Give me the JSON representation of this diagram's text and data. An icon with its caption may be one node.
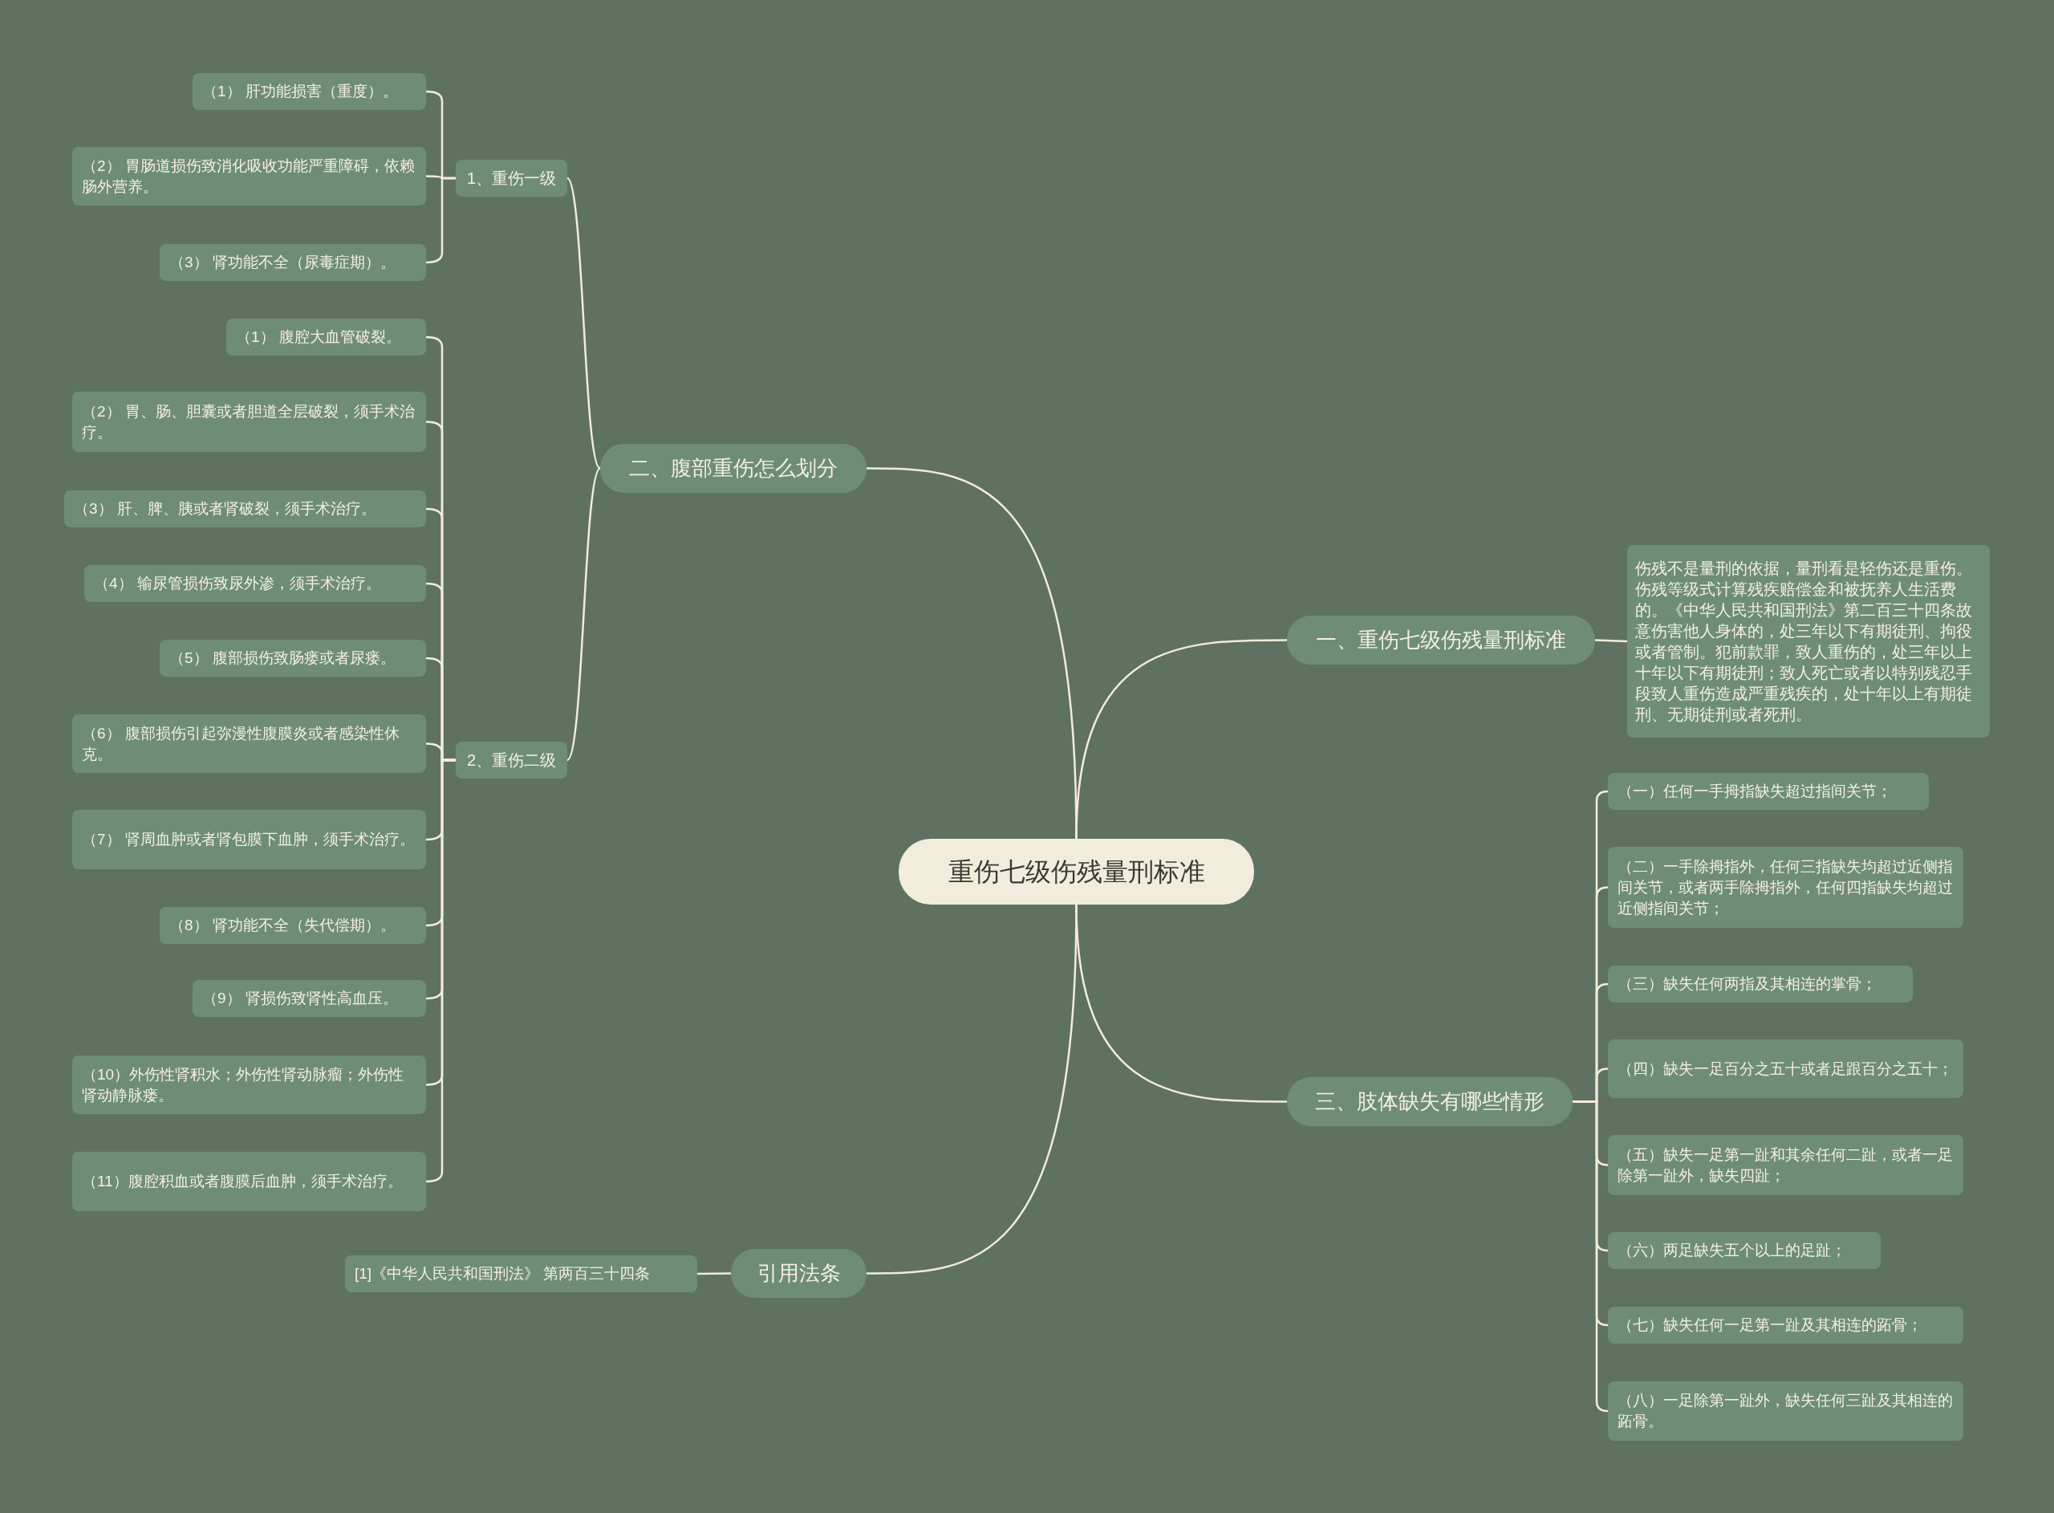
{
  "diagram": {
    "nodes": [
      {
        "text": [
          "重伤七级伤残量刑标准"
        ]
      },
      {
        "text": [
          "二、腹部重伤怎么划分"
        ]
      },
      {
        "text": [
          "1、重伤一级"
        ]
      },
      {
        "text": [
          "（1） 肝功能损害（重度）。"
        ]
      },
      {
        "text": [
          "（2） 胃肠道损伤致消化吸收功能严重障碍，依赖肠外营养。"
        ]
      },
      {
        "text": [
          "（3） 肾功能不全（尿毒症期）。"
        ]
      },
      {
        "text": [
          "2、重伤二级"
        ]
      },
      {
        "text": [
          "（1） 腹腔大血管破裂。"
        ]
      },
      {
        "text": [
          "（2） 胃、肠、胆囊或者胆道全层破裂，须手术治疗。"
        ]
      },
      {
        "text": [
          "（3） 肝、脾、胰或者肾破裂，须手术治疗。"
        ]
      },
      {
        "text": [
          "（4） 输尿管损伤致尿外渗，须手术治疗。"
        ]
      },
      {
        "text": [
          "（5） 腹部损伤致肠瘘或者尿瘘。"
        ]
      },
      {
        "text": [
          "（6） 腹部损伤引起弥漫性腹膜炎或者感染性休克。"
        ]
      },
      {
        "text": [
          "（7） 肾周血肿或者肾包膜下血肿，须手术治疗。"
        ]
      },
      {
        "text": [
          "（8） 肾功能不全（失代偿期）。"
        ]
      },
      {
        "text": [
          "（9） 肾损伤致肾性高血压。"
        ]
      },
      {
        "text": [
          "（10）外伤性肾积水；外伤性肾动脉瘤；外伤性肾动静脉瘘。"
        ]
      },
      {
        "text": [
          "（11）腹腔积血或者腹膜后血肿，须手术治疗。"
        ]
      },
      {
        "text": [
          "引用法条"
        ]
      },
      {
        "text": [
          "[1]《中华人民共和国刑法》 第两百三十四条"
        ]
      },
      {
        "text": [
          "一、重伤七级伤残量刑标准"
        ]
      },
      {
        "text": [
          "伤残不是量刑的依据，量刑看是轻伤还是重伤。伤残等级式计算残疾赔偿金和被抚养人生活费的。《中华人民共和国刑法》第二百三十四条故意伤害他人身体的，处三年以下有期徒刑、拘役或者管制。犯前款罪，致人重伤的，处三年以上十年以下有期徒刑；致人死亡或者以特别残忍手段致人重伤造成严重残疾的，处十年以上有期徒刑、无期徒刑或者死刑。"
        ]
      },
      {
        "text": [
          "三、肢体缺失有哪些情形"
        ]
      },
      {
        "text": [
          "（一）任何一手拇指缺失超过指间关节；"
        ]
      },
      {
        "text": [
          "（二）一手除拇指外，任何三指缺失均超过近侧指间关节，或者两手除拇指外，任何四指缺失均超过近侧指间关节；"
        ]
      },
      {
        "text": [
          "（三）缺失任何两指及其相连的掌骨；"
        ]
      },
      {
        "text": [
          "（四）缺失一足百分之五十或者足跟百分之五十；"
        ]
      },
      {
        "text": [
          "（五）缺失一足第一趾和其余任何二趾，或者一足除第一趾外，缺失四趾；"
        ]
      },
      {
        "text": [
          "（六）两足缺失五个以上的足趾；"
        ]
      },
      {
        "text": [
          "（七）缺失任何一足第一趾及其相连的跖骨；"
        ]
      },
      {
        "text": [
          "（八）一足除第一趾外，缺失任何三趾及其相连的跖骨。"
        ]
      }
    ],
    "edges": [
      {
        "from": 0,
        "to": 1,
        "arrow": "none"
      },
      {
        "from": 1,
        "to": 2,
        "arrow": "none"
      },
      {
        "from": 2,
        "to": 3,
        "arrow": "none"
      },
      {
        "from": 2,
        "to": 4,
        "arrow": "none"
      },
      {
        "from": 2,
        "to": 5,
        "arrow": "none"
      },
      {
        "from": 1,
        "to": 6,
        "arrow": "none"
      },
      {
        "from": 6,
        "to": 7,
        "arrow": "none"
      },
      {
        "from": 6,
        "to": 8,
        "arrow": "none"
      },
      {
        "from": 6,
        "to": 9,
        "arrow": "none"
      },
      {
        "from": 6,
        "to": 10,
        "arrow": "none"
      },
      {
        "from": 6,
        "to": 11,
        "arrow": "none"
      },
      {
        "from": 6,
        "to": 12,
        "arrow": "none"
      },
      {
        "from": 6,
        "to": 13,
        "arrow": "none"
      },
      {
        "from": 6,
        "to": 14,
        "arrow": "none"
      },
      {
        "from": 6,
        "to": 15,
        "arrow": "none"
      },
      {
        "from": 6,
        "to": 16,
        "arrow": "none"
      },
      {
        "from": 6,
        "to": 17,
        "arrow": "none"
      },
      {
        "from": 0,
        "to": 18,
        "arrow": "none"
      },
      {
        "from": 18,
        "to": 19,
        "arrow": "none"
      },
      {
        "from": 0,
        "to": 20,
        "arrow": "none"
      },
      {
        "from": 20,
        "to": 21,
        "arrow": "none"
      },
      {
        "from": 0,
        "to": 22,
        "arrow": "none"
      },
      {
        "from": 22,
        "to": 23,
        "arrow": "none"
      },
      {
        "from": 22,
        "to": 24,
        "arrow": "none"
      },
      {
        "from": 22,
        "to": 25,
        "arrow": "none"
      },
      {
        "from": 22,
        "to": 26,
        "arrow": "none"
      },
      {
        "from": 22,
        "to": 27,
        "arrow": "none"
      },
      {
        "from": 22,
        "to": 28,
        "arrow": "none"
      },
      {
        "from": 22,
        "to": 29,
        "arrow": "none"
      },
      {
        "from": 22,
        "to": 30,
        "arrow": "none"
      }
    ]
  }
}
